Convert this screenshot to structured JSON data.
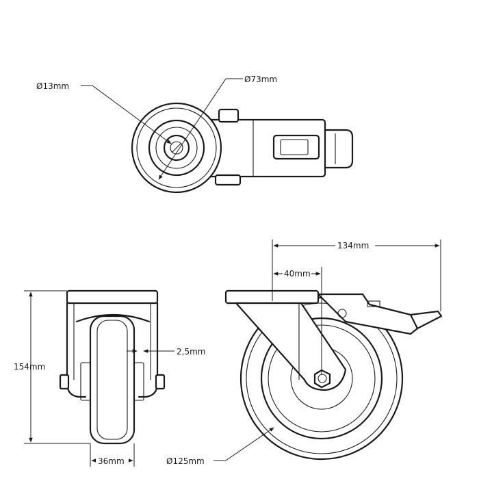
{
  "dimensions": {
    "axle_diameter": "13mm",
    "top_wheel_diameter": "73mm",
    "overall_length": "134mm",
    "offset": "40mm",
    "overall_height": "154mm",
    "clearance": "2,5mm",
    "wheel_width": "36mm",
    "wheel_diameter": "125mm"
  },
  "colors": {
    "line": "#1a1a1a",
    "background": "#ffffff"
  }
}
